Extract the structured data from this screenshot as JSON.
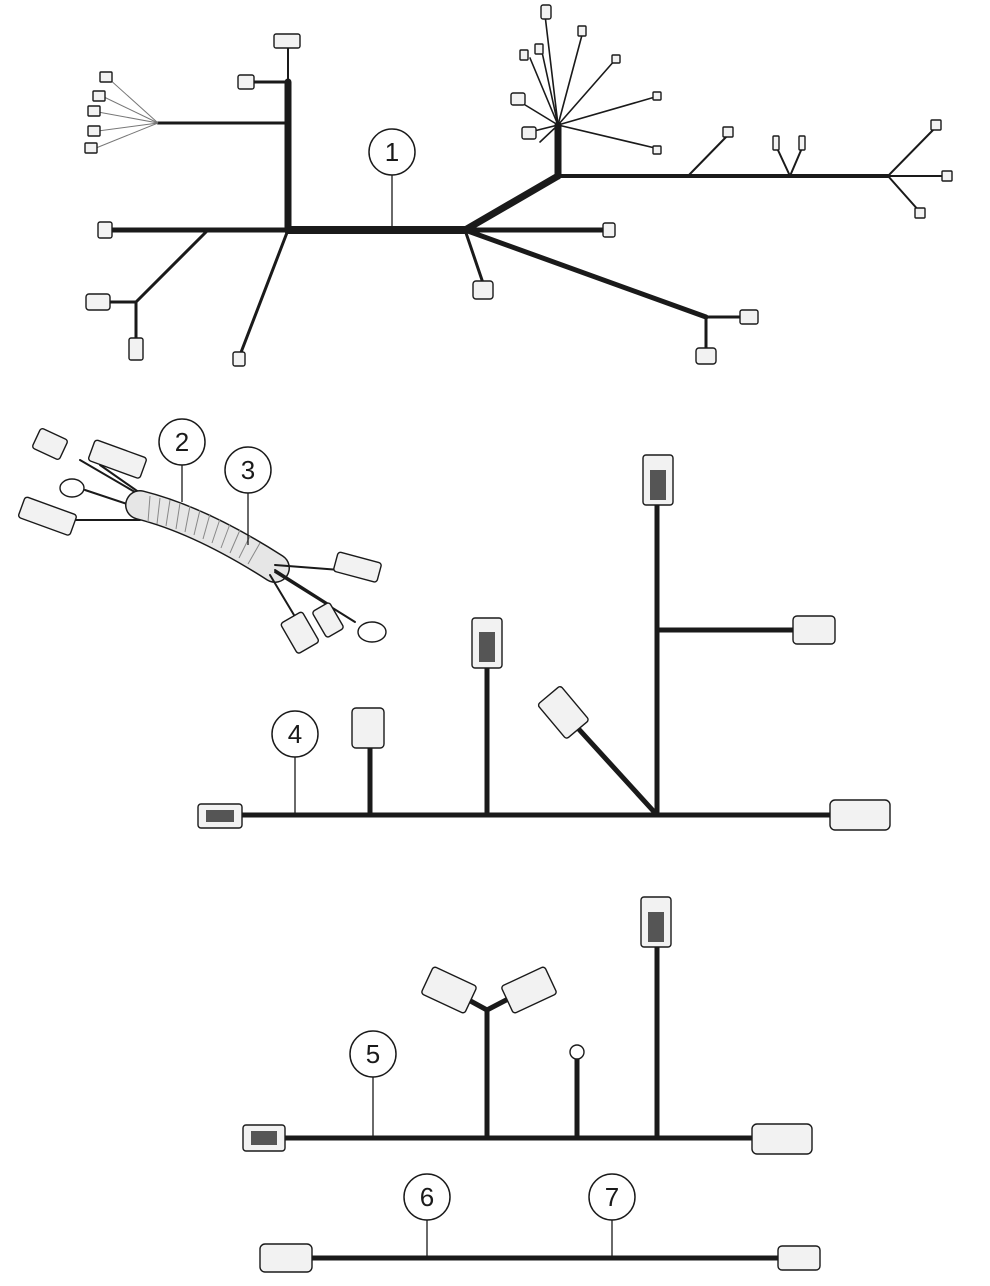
{
  "callouts": [
    {
      "id": "1",
      "label": "1"
    },
    {
      "id": "2",
      "label": "2"
    },
    {
      "id": "3",
      "label": "3"
    },
    {
      "id": "4",
      "label": "4"
    },
    {
      "id": "5",
      "label": "5"
    },
    {
      "id": "6",
      "label": "6"
    },
    {
      "id": "7",
      "label": "7"
    }
  ],
  "colors": {
    "wire": "#1a1a1a",
    "connector_fill": "#f2f2f2",
    "conduit": "#e6e6e6"
  }
}
